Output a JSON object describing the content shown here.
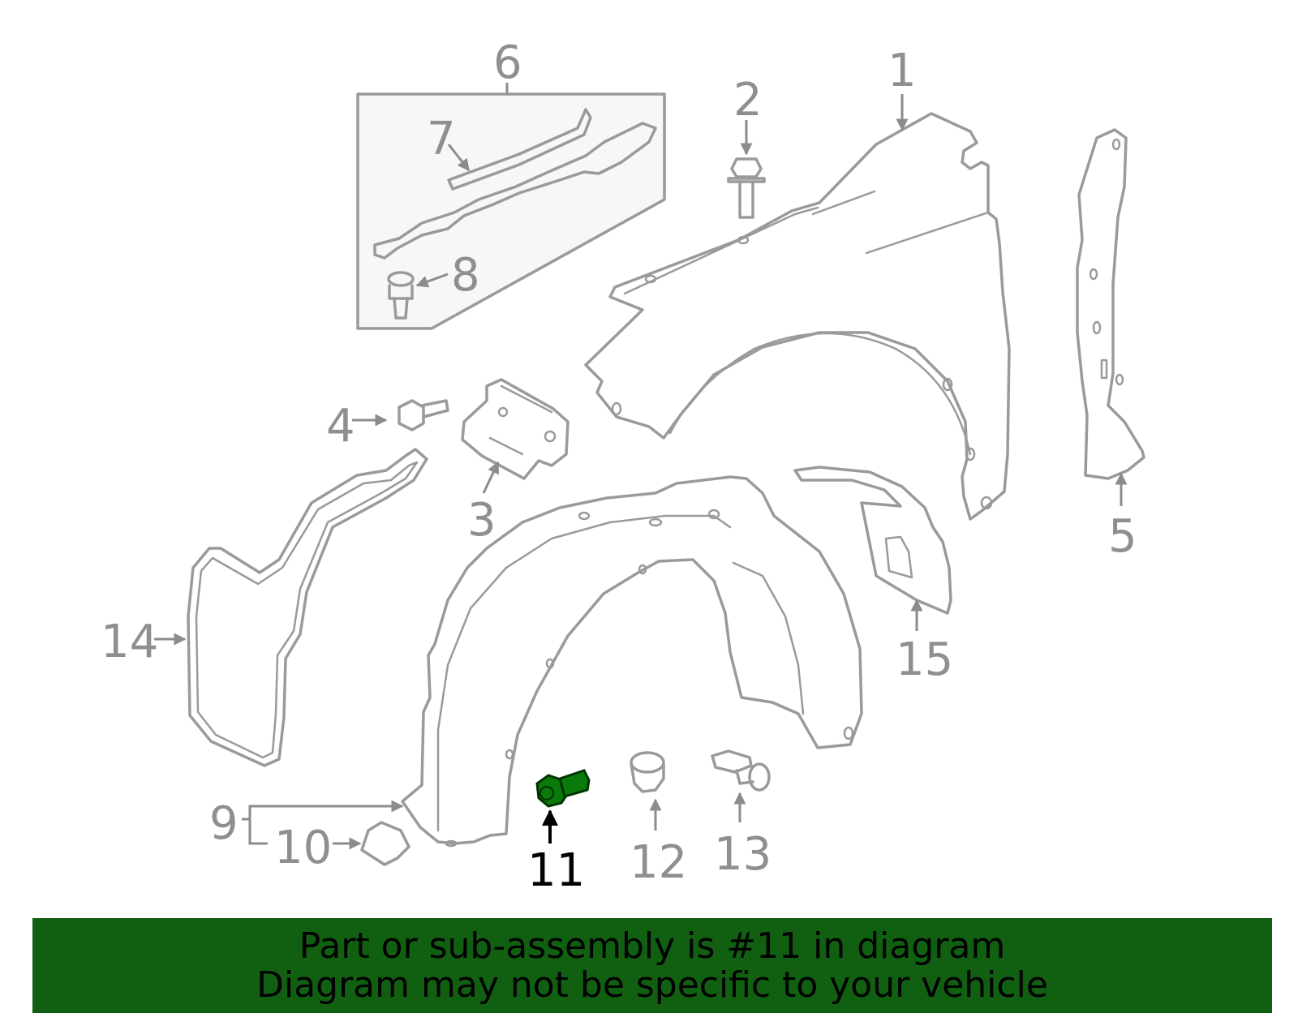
{
  "callouts": {
    "c1": "1",
    "c2": "2",
    "c3": "3",
    "c4": "4",
    "c5": "5",
    "c6": "6",
    "c7": "7",
    "c8": "8",
    "c9": "9",
    "c10": "10",
    "c11": "11",
    "c12": "12",
    "c13": "13",
    "c14": "14",
    "c15": "15"
  },
  "highlight": {
    "part_number": "11",
    "color": "#0a7a0a"
  },
  "banner": {
    "line1": "Part or sub-assembly is #11 in diagram",
    "line2": "Diagram may not be specific to your vehicle",
    "background": "#116011"
  }
}
